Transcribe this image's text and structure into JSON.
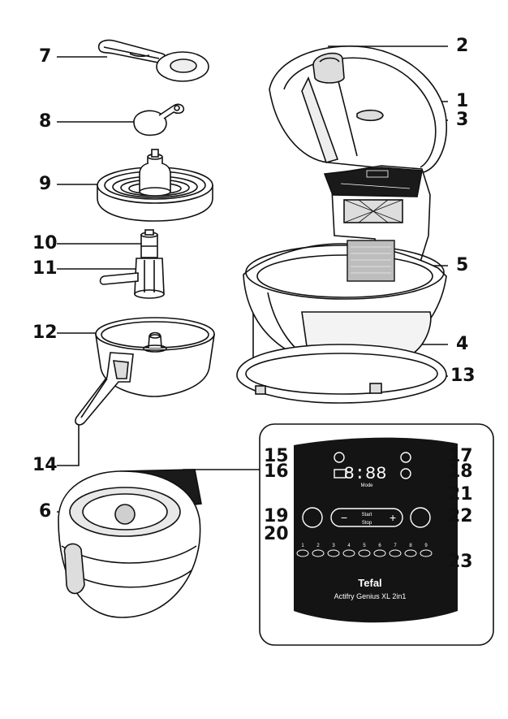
{
  "callouts": {
    "c1": "1",
    "c2": "2",
    "c3": "3",
    "c4": "4",
    "c5": "5",
    "c6": "6",
    "c7": "7",
    "c8": "8",
    "c9": "9",
    "c10": "10",
    "c11": "11",
    "c12": "12",
    "c13": "13",
    "c14": "14",
    "c15": "15",
    "c16": "16",
    "c17": "17",
    "c18": "18",
    "c19": "19",
    "c20": "20",
    "c21": "21",
    "c22": "22",
    "c23": "23"
  },
  "panel": {
    "display": "8:88",
    "mode_label": "Mode",
    "minus": "−",
    "plus": "+",
    "start_label": "Start",
    "stop_label": "Stop",
    "brand": "Tefal",
    "model": "Actifry Genius XL 2in1",
    "program_numbers": [
      "1",
      "2",
      "3",
      "4",
      "5",
      "6",
      "7",
      "8",
      "9"
    ]
  },
  "colors": {
    "line": "#111111",
    "panel": "#141414",
    "panel_text": "#ffffff",
    "part_fill": "#ffffff",
    "shade": "#cfcfcf"
  }
}
